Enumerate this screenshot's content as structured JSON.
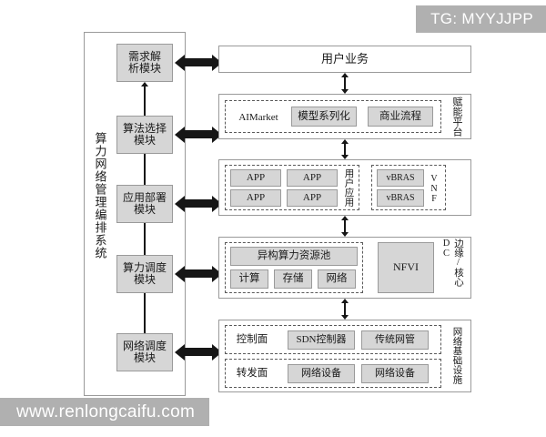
{
  "watermarks": {
    "top_right": "TG: MYYJJPP",
    "bottom_left": "www.renlongcaifu.com"
  },
  "left_system": {
    "label": "算力网络管理编排系统",
    "modules": [
      {
        "name": "demand-analysis",
        "label": "需求解\n析模块"
      },
      {
        "name": "algorithm-selection",
        "label": "算法选择\n模块"
      },
      {
        "name": "application-deployment",
        "label": "应用部署\n模块"
      },
      {
        "name": "computing-scheduling",
        "label": "算力调度\n模块"
      },
      {
        "name": "network-scheduling",
        "label": "网络调度\n模块"
      }
    ]
  },
  "layers": {
    "user_service": {
      "label": "用户业务"
    },
    "enabling_platform": {
      "side_label": "赋能平台",
      "items": [
        {
          "label": "AIMarket",
          "filled": false
        },
        {
          "label": "模型系列化",
          "filled": true
        },
        {
          "label": "商业流程",
          "filled": true
        }
      ]
    },
    "application_layer": {
      "user_apps": {
        "side_label": "用户应用",
        "items": [
          "APP",
          "APP",
          "APP",
          "APP"
        ]
      },
      "vnf": {
        "side_label": "VNF",
        "items": [
          "vBRAS",
          "vBRAS"
        ]
      }
    },
    "infrastructure_dc": {
      "side_label": "边缘/核心DC",
      "resource_pool": "异构算力资源池",
      "resources": [
        "计算",
        "存储",
        "网络"
      ],
      "nfvi": "NFVI"
    },
    "network_infrastructure": {
      "side_label": "网络基础设施",
      "control_plane": {
        "label": "控制面",
        "items": [
          "SDN控制器",
          "传统网管"
        ]
      },
      "forwarding_plane": {
        "label": "转发面",
        "items": [
          "网络设备",
          "网络设备"
        ]
      }
    }
  },
  "colors": {
    "fill_gray": "#d6d6d6",
    "border_gray": "#9a9a9a",
    "arrow_black": "#161616",
    "watermark_gray": "#b0b0b0"
  }
}
